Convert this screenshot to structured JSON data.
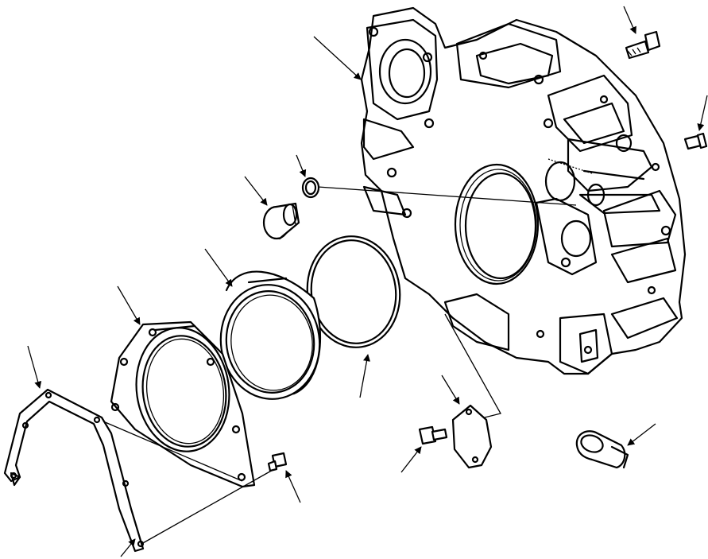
{
  "figure": {
    "background": "#ffffff",
    "ink": "#000000",
    "parts": [
      "flywheel-housing",
      "housing-bolt",
      "dowel-bolt",
      "plug",
      "o-ring",
      "rear-seal",
      "seal-ring",
      "seal-housing",
      "gasket",
      "gasket-bolt",
      "cover-plate",
      "cover-bolt",
      "hose-clamp"
    ]
  }
}
